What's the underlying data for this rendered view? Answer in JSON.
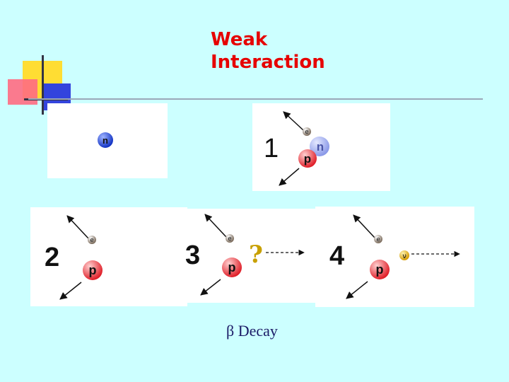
{
  "slide": {
    "title_line1": "Weak",
    "title_line2": "Interaction",
    "caption_symbol": "β",
    "caption_text": "Decay"
  },
  "panels": {
    "p0": {
      "neutron": "n"
    },
    "p1": {
      "step": "1",
      "electron": "e",
      "proton": "p",
      "neutron": "n"
    },
    "p2": {
      "step": "2",
      "electron": "e",
      "proton": "p"
    },
    "p3": {
      "step": "3",
      "electron": "e",
      "proton": "p",
      "unknown": "?"
    },
    "p4": {
      "step": "4",
      "electron": "e",
      "proton": "p",
      "neutrino": "ν"
    }
  },
  "colors": {
    "background": "#ccffff",
    "title": "#e60000",
    "proton": "#e83a3a",
    "neutron": "#2a4fd6",
    "electron": "#8a7a6a",
    "neutrino": "#e0b020",
    "unknown": "#c8a000"
  }
}
